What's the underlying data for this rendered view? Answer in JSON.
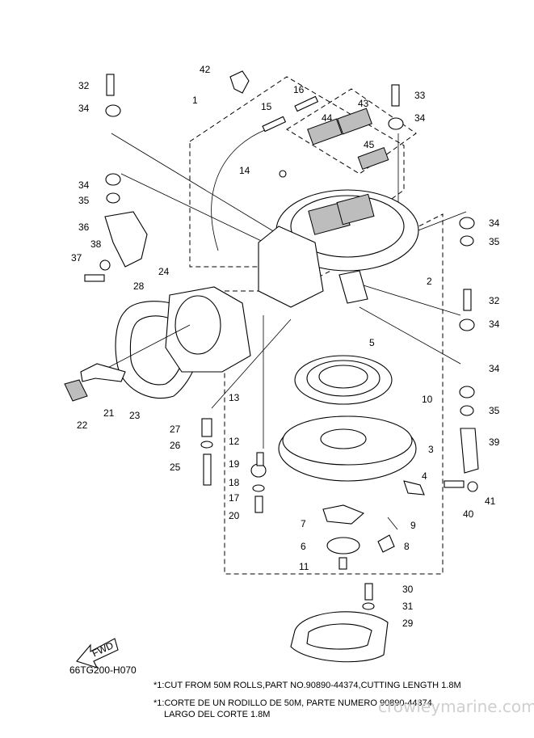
{
  "callouts": {
    "c1": "1",
    "c2": "2",
    "c3": "3",
    "c4": "4",
    "c5": "5",
    "c6": "6",
    "c7": "7",
    "c8": "8",
    "c9": "9",
    "c10": "10",
    "c11": "11",
    "c12": "12",
    "c13": "13",
    "c14": "14",
    "c15": "15",
    "c16": "16",
    "c17": "17",
    "c18": "18",
    "c19": "19",
    "c20": "20",
    "c21": "21",
    "c22": "22",
    "c23": "23",
    "c24": "24",
    "c25": "25",
    "c26": "26",
    "c27": "27",
    "c28": "28",
    "c29": "29",
    "c30": "30",
    "c31": "31",
    "c32": "32",
    "c33": "33",
    "c34": "34",
    "c35": "35",
    "c36": "36",
    "c37": "37",
    "c38": "38",
    "c39": "39",
    "c40": "40",
    "c41": "41",
    "c42": "42",
    "c43": "43",
    "c44": "44",
    "c45": "45"
  },
  "fwd_label": "FWD",
  "diagram_code": "66TG200-H070",
  "notes": {
    "line1": "*1:CUT FROM 50M ROLLS,PART NO.90890-44374,CUTTING LENGTH 1.8M",
    "line2": "*1:CORTE DE UN RODILLO DE 50M, PARTE NUMERO 90890-44374,",
    "line3": "LARGO DEL CORTE 1.8M"
  },
  "watermark": "crowleymarine.com"
}
